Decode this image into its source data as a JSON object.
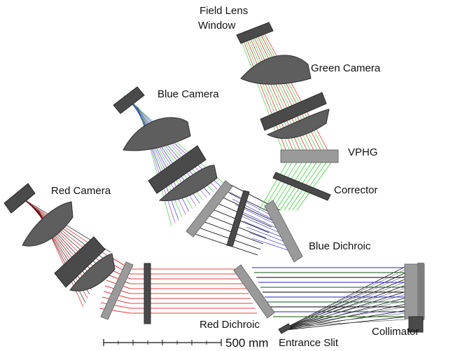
{
  "labels": {
    "field_lens_window": [
      "Field Lens",
      "Window"
    ],
    "green_camera": "Green Camera",
    "blue_camera": "Blue Camera",
    "red_camera": "Red Camera",
    "vphg": "VPHG",
    "corrector": "Corrector",
    "blue_dichroic": "Blue Dichroic",
    "red_dichroic": "Red Dichroic",
    "collimator": "Collimator",
    "entrance_slit": "Entrance Slit",
    "scale_bar": "500 mm"
  },
  "colors": {
    "red_rays": "#e00000",
    "green_rays": "#22cc22",
    "blue_rays": "#2020d0",
    "violet_rays": "#8a2be2",
    "black_rays": "#000000",
    "optics_dark": "#4a4a4a",
    "optics_light": "#9a9a9a"
  }
}
